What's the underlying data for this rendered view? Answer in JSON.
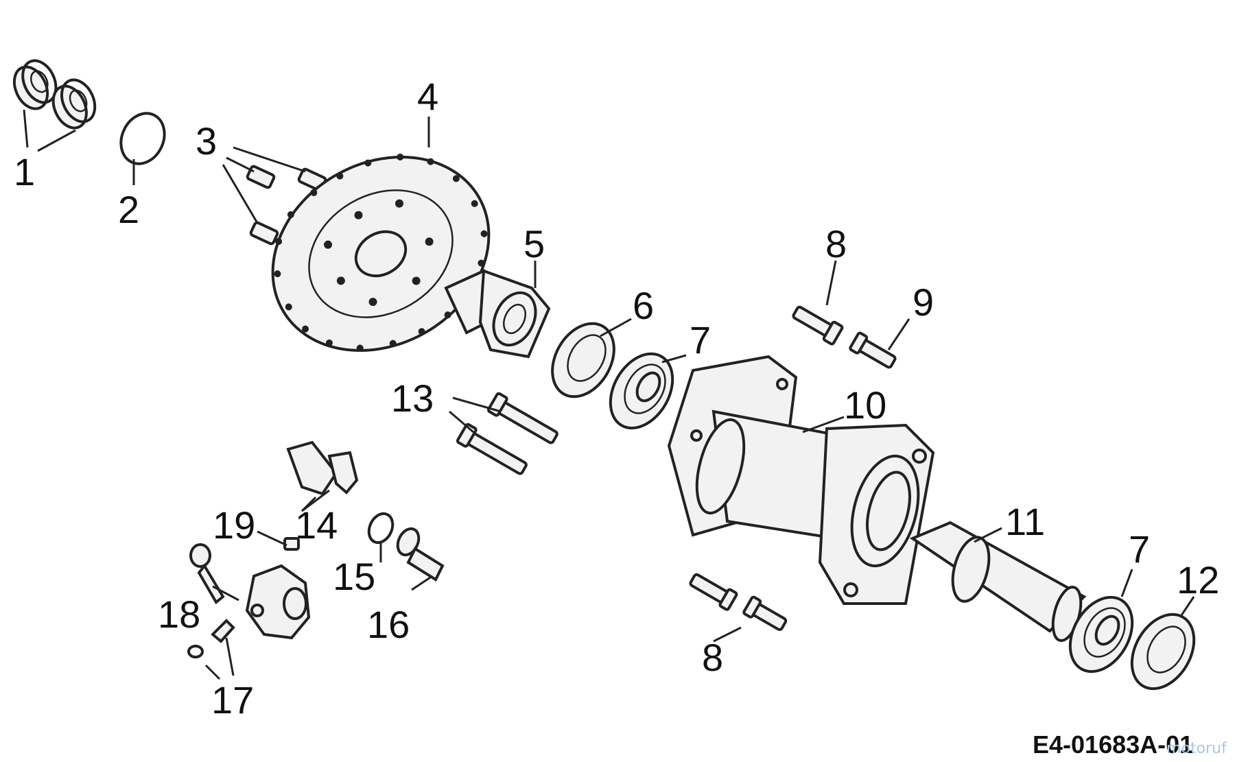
{
  "diagram": {
    "drawing_number": "E4-01683A-01",
    "watermark": "motoruf",
    "callouts": [
      {
        "id": "c1",
        "label": "1"
      },
      {
        "id": "c2",
        "label": "2"
      },
      {
        "id": "c3",
        "label": "3"
      },
      {
        "id": "c4",
        "label": "4"
      },
      {
        "id": "c5",
        "label": "5"
      },
      {
        "id": "c6",
        "label": "6"
      },
      {
        "id": "c7a",
        "label": "7"
      },
      {
        "id": "c7b",
        "label": "7"
      },
      {
        "id": "c8a",
        "label": "8"
      },
      {
        "id": "c8b",
        "label": "8"
      },
      {
        "id": "c9",
        "label": "9"
      },
      {
        "id": "c10",
        "label": "10"
      },
      {
        "id": "c11",
        "label": "11"
      },
      {
        "id": "c12",
        "label": "12"
      },
      {
        "id": "c13",
        "label": "13"
      },
      {
        "id": "c14",
        "label": "14"
      },
      {
        "id": "c15",
        "label": "15"
      },
      {
        "id": "c16",
        "label": "16"
      },
      {
        "id": "c17",
        "label": "17"
      },
      {
        "id": "c18",
        "label": "18"
      },
      {
        "id": "c19",
        "label": "19"
      }
    ]
  }
}
